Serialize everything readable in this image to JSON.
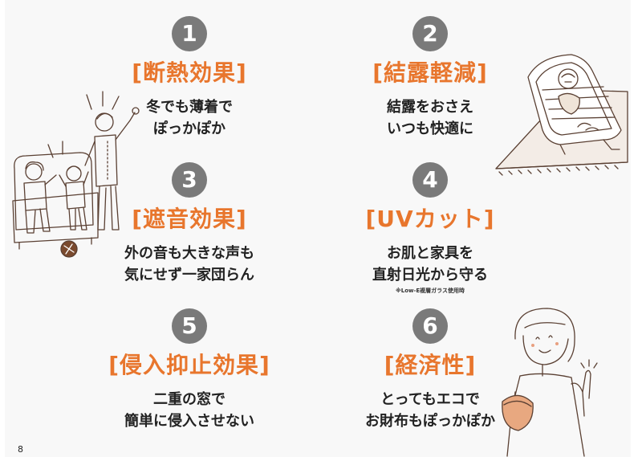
{
  "page_number": "8",
  "accent_color": "#e8762d",
  "badge_color": "#7a7a7a",
  "features": [
    {
      "number": "1",
      "title": "[断熱効果]",
      "lines": [
        "冬でも薄着で",
        "ぽっかぽか"
      ]
    },
    {
      "number": "2",
      "title": "[結露軽減]",
      "lines": [
        "結露をおさえ",
        "いつも快適に"
      ]
    },
    {
      "number": "3",
      "title": "[遮音効果]",
      "lines": [
        "外の音も大きな声も",
        "気にせず一家団らん"
      ]
    },
    {
      "number": "4",
      "title": "[UVカット]",
      "lines": [
        "お肌と家具を",
        "直射日光から守る"
      ],
      "note": "※Low-E複層ガラス使用時"
    },
    {
      "number": "5",
      "title": "[侵入抑止効果]",
      "lines": [
        "二重の窓で",
        "簡単に侵入させない"
      ]
    },
    {
      "number": "6",
      "title": "[経済性]",
      "lines": [
        "とってもエコで",
        "お財布もぽっかぽか"
      ]
    }
  ],
  "illustrations": [
    "family-on-sofa-illustration",
    "rug-and-chair-illustration",
    "woman-with-purse-illustration"
  ]
}
